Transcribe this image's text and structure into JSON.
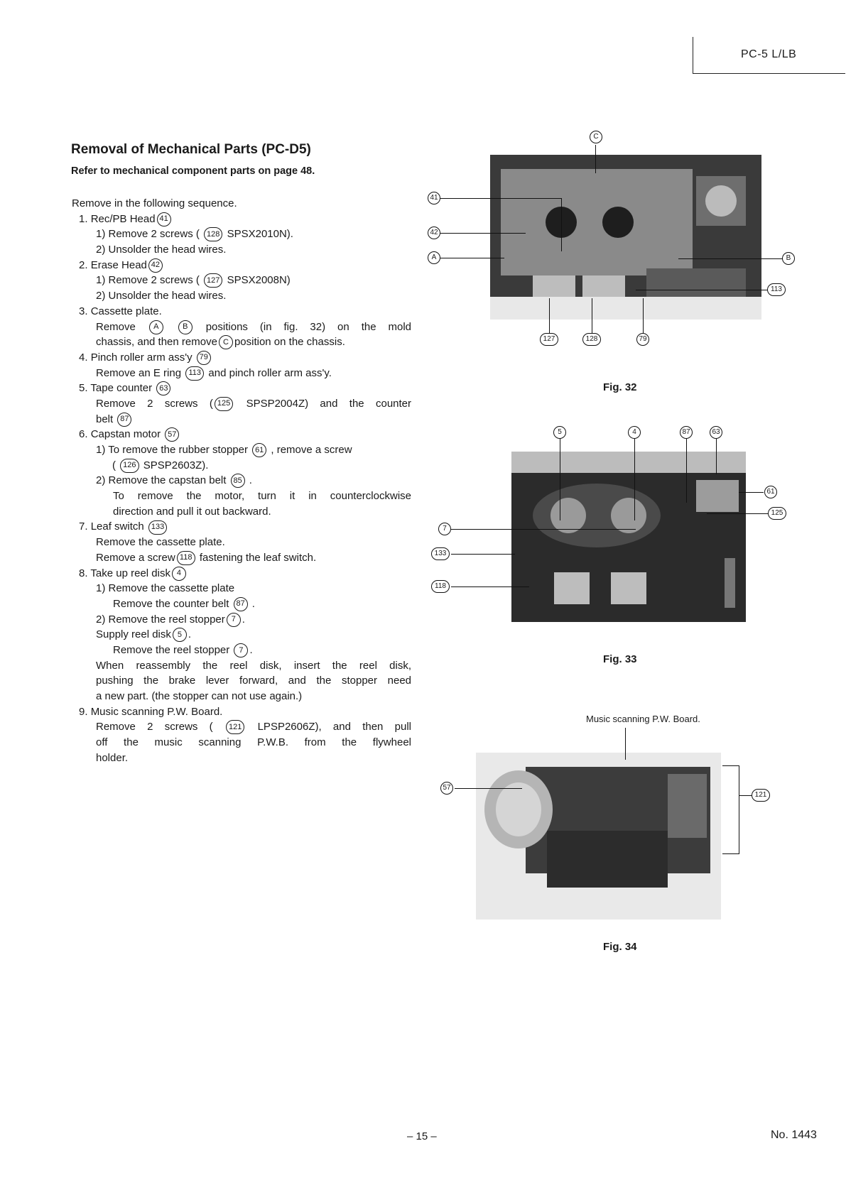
{
  "header": {
    "model": "PC-5 L/LB"
  },
  "title": "Removal of Mechanical Parts (PC-D5)",
  "subtitle": "Refer to mechanical component parts on page 48.",
  "intro": "Remove in the following sequence.",
  "steps": {
    "s1": {
      "num": "1.",
      "label": "Rec/PB Head",
      "ref": "41",
      "a": "1) Remove 2 screws (",
      "a_ref": "128",
      "a_tail": "SPSX2010N).",
      "b": "2) Unsolder the head wires."
    },
    "s2": {
      "num": "2.",
      "label": "Erase Head",
      "ref": "42",
      "a": "1) Remove 2 screws (",
      "a_ref": "127",
      "a_tail": "SPSX2008N)",
      "b": "2) Unsolder the head wires."
    },
    "s3": {
      "num": "3.",
      "label": "Cassette plate.",
      "l1a": "Remove",
      "l1_refA": "A",
      "l1_refB": "B",
      "l1b": "positions (in fig. 32) on the mold",
      "l2a": "chassis, and then remove",
      "l2_ref": "C",
      "l2b": "position on the chassis."
    },
    "s4": {
      "num": "4.",
      "label": "Pinch roller arm ass'y",
      "ref": "79",
      "l1a": "Remove an E ring",
      "l1_ref": "113",
      "l1b": "and pinch roller arm ass'y."
    },
    "s5": {
      "num": "5.",
      "label": "Tape counter",
      "ref": "63",
      "l1a": "Remove 2 screws (",
      "l1_ref": "125",
      "l1b": "SPSP2004Z) and the counter",
      "l2a": "belt",
      "l2_ref": "87"
    },
    "s6": {
      "num": "6.",
      "label": "Capstan motor",
      "ref": "57",
      "a1": "1) To remove the rubber stopper",
      "a_ref": "61",
      "a2": ", remove a screw",
      "a3a": "(",
      "a3_ref": "126",
      "a3b": "SPSP2603Z).",
      "b1": "2) Remove the capstan belt",
      "b_ref": "85",
      "b2": ".",
      "c1": "To remove the motor, turn it in counterclockwise",
      "c2": "direction and pull it out backward."
    },
    "s7": {
      "num": "7.",
      "label": "Leaf switch",
      "ref": "133",
      "l1": "Remove the cassette plate.",
      "l2a": "Remove a screw",
      "l2_ref": "118",
      "l2b": "fastening the leaf switch."
    },
    "s8": {
      "num": "8.",
      "label": "Take up reel disk",
      "ref": "4",
      "a": "1) Remove the cassette plate",
      "a2a": "Remove the counter belt",
      "a2_ref": "87",
      "a2b": ".",
      "b1": "2) Remove the reel stopper",
      "b_ref": "7",
      "b2": ".",
      "s1": "Supply reel disk",
      "s_ref": "5",
      "s2": ".",
      "s3a": "Remove the reel stopper",
      "s3_ref": "7",
      "s3b": ".",
      "n1": "When reassembly the reel disk, insert the reel disk,",
      "n2": "pushing the brake lever forward, and the stopper need",
      "n3": "a new part. (the stopper can not use again.)"
    },
    "s9": {
      "num": "9.",
      "label": "Music scanning P.W. Board.",
      "l1a": "Remove 2 screws (",
      "l1_ref": "121",
      "l1b": "LPSP2606Z), and then pull",
      "l2": "off the music scanning P.W.B. from the flywheel",
      "l3": "holder."
    }
  },
  "figures": {
    "fig32": {
      "caption": "Fig. 32",
      "callouts": {
        "c": "C",
        "r41": "41",
        "r42": "42",
        "a": "A",
        "b": "B",
        "r113": "113",
        "r127": "127",
        "r128": "128",
        "r79": "79"
      }
    },
    "fig33": {
      "caption": "Fig. 33",
      "callouts": {
        "r5": "5",
        "r4": "4",
        "r87": "87",
        "r63": "63",
        "r61": "61",
        "r125": "125",
        "r7": "7",
        "r133": "133",
        "r118": "118"
      }
    },
    "fig34": {
      "caption": "Fig. 34",
      "label": "Music scanning P.W. Board.",
      "callouts": {
        "r57": "57",
        "r121": "121"
      }
    }
  },
  "footer": {
    "page": "– 15 –",
    "doc_no": "No. 1443"
  }
}
